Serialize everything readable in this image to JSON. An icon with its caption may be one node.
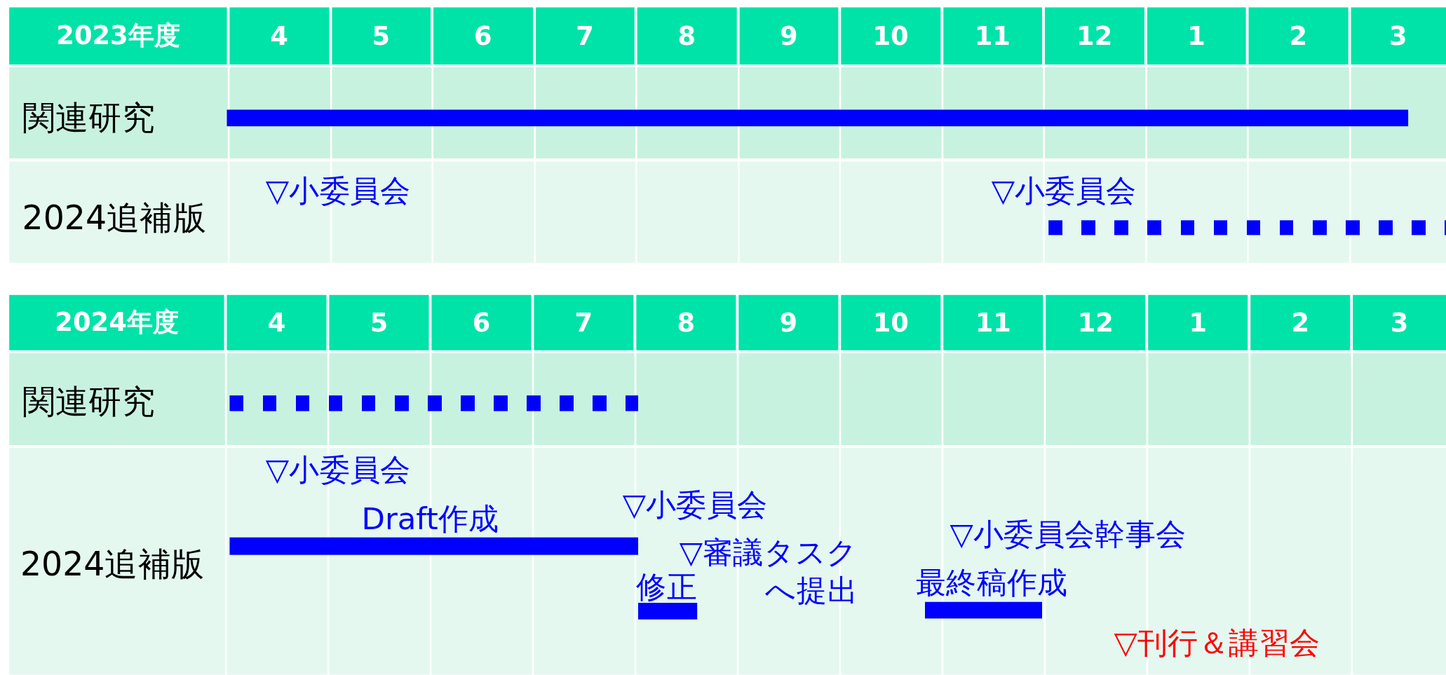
{
  "diagram": {
    "nodes": [
      {
        "text": [],
        "shape": "bar"
      },
      {
        "text": [],
        "shape": "bar"
      },
      {
        "text": [],
        "shape": "bar"
      },
      {
        "text": [],
        "shape": "bar",
        "beside": [
          "Draft作成"
        ]
      },
      {
        "text": [],
        "shape": "bar",
        "beside": [
          "修正"
        ]
      },
      {
        "text": [],
        "shape": "bar",
        "beside": [
          "最終稿作成"
        ]
      }
    ],
    "labels": [
      "2023年度",
      "4",
      "5",
      "6",
      "7",
      "8",
      "9",
      "10",
      "11",
      "12",
      "1",
      "2",
      "3",
      "関連研究",
      "▽小委員会",
      "▽小委員会",
      "2024追補版",
      "2024年度",
      "4",
      "5",
      "6",
      "7",
      "8",
      "9",
      "10",
      "11",
      "12",
      "1",
      "2",
      "3",
      "関連研究",
      "▽小委員会",
      "▽小委員会",
      "▽小委員会幹事会",
      "▽審議タスクへ提出",
      "2024追補版",
      "▽刊行＆講習会"
    ]
  }
}
